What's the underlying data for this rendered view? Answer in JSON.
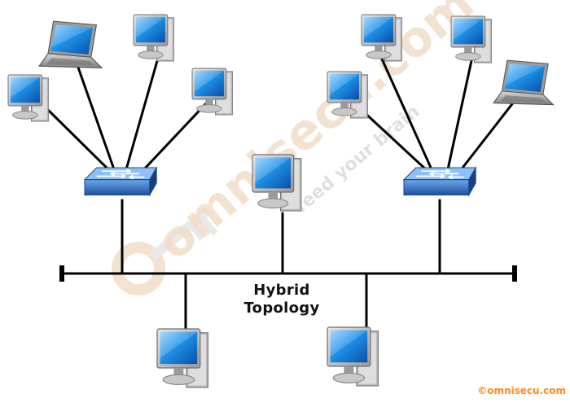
{
  "diagram": {
    "title_line1": "Hybrid",
    "title_line2": "Topology"
  },
  "watermark": {
    "brand": "omnisecu.com",
    "tagline": "feed your brain"
  },
  "credit": "©omnisecu.com",
  "colors": {
    "cable": "#000000",
    "screen": "#1c8fe0",
    "switch": "#2f6fc4",
    "watermark": "#f2ddc8",
    "credit": "#ff8a1f"
  },
  "icons": {
    "laptop": "laptop-icon",
    "desktop": "desktop-computer-icon",
    "switch": "network-switch-icon",
    "key": "key-icon"
  }
}
